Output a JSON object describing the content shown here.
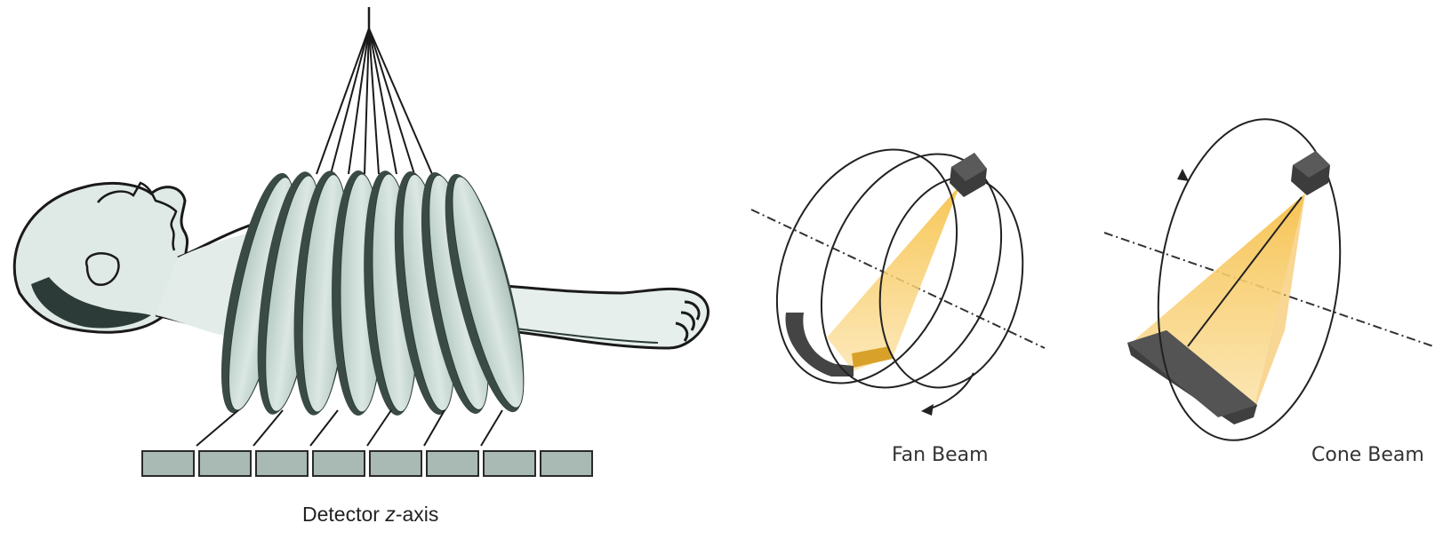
{
  "labels": {
    "detector_prefix": "Detector ",
    "detector_axis": "z",
    "detector_suffix": "-axis",
    "fan_beam": "Fan Beam",
    "cone_beam": "Cone Beam"
  },
  "colors": {
    "line": "#1a1a1a",
    "skin_tint": "#dfe9e6",
    "disk_fill": "#c9d9d4",
    "disk_rim": "#3a4a45",
    "detector_block": "#a9b9b4",
    "beam_yellow": "#f7c85a",
    "beam_yellow_light": "#fbe3a4",
    "source_dark": "#3a3a3a",
    "detector_dark": "#444444"
  },
  "counts": {
    "detector_blocks": 8,
    "slices": 8
  }
}
